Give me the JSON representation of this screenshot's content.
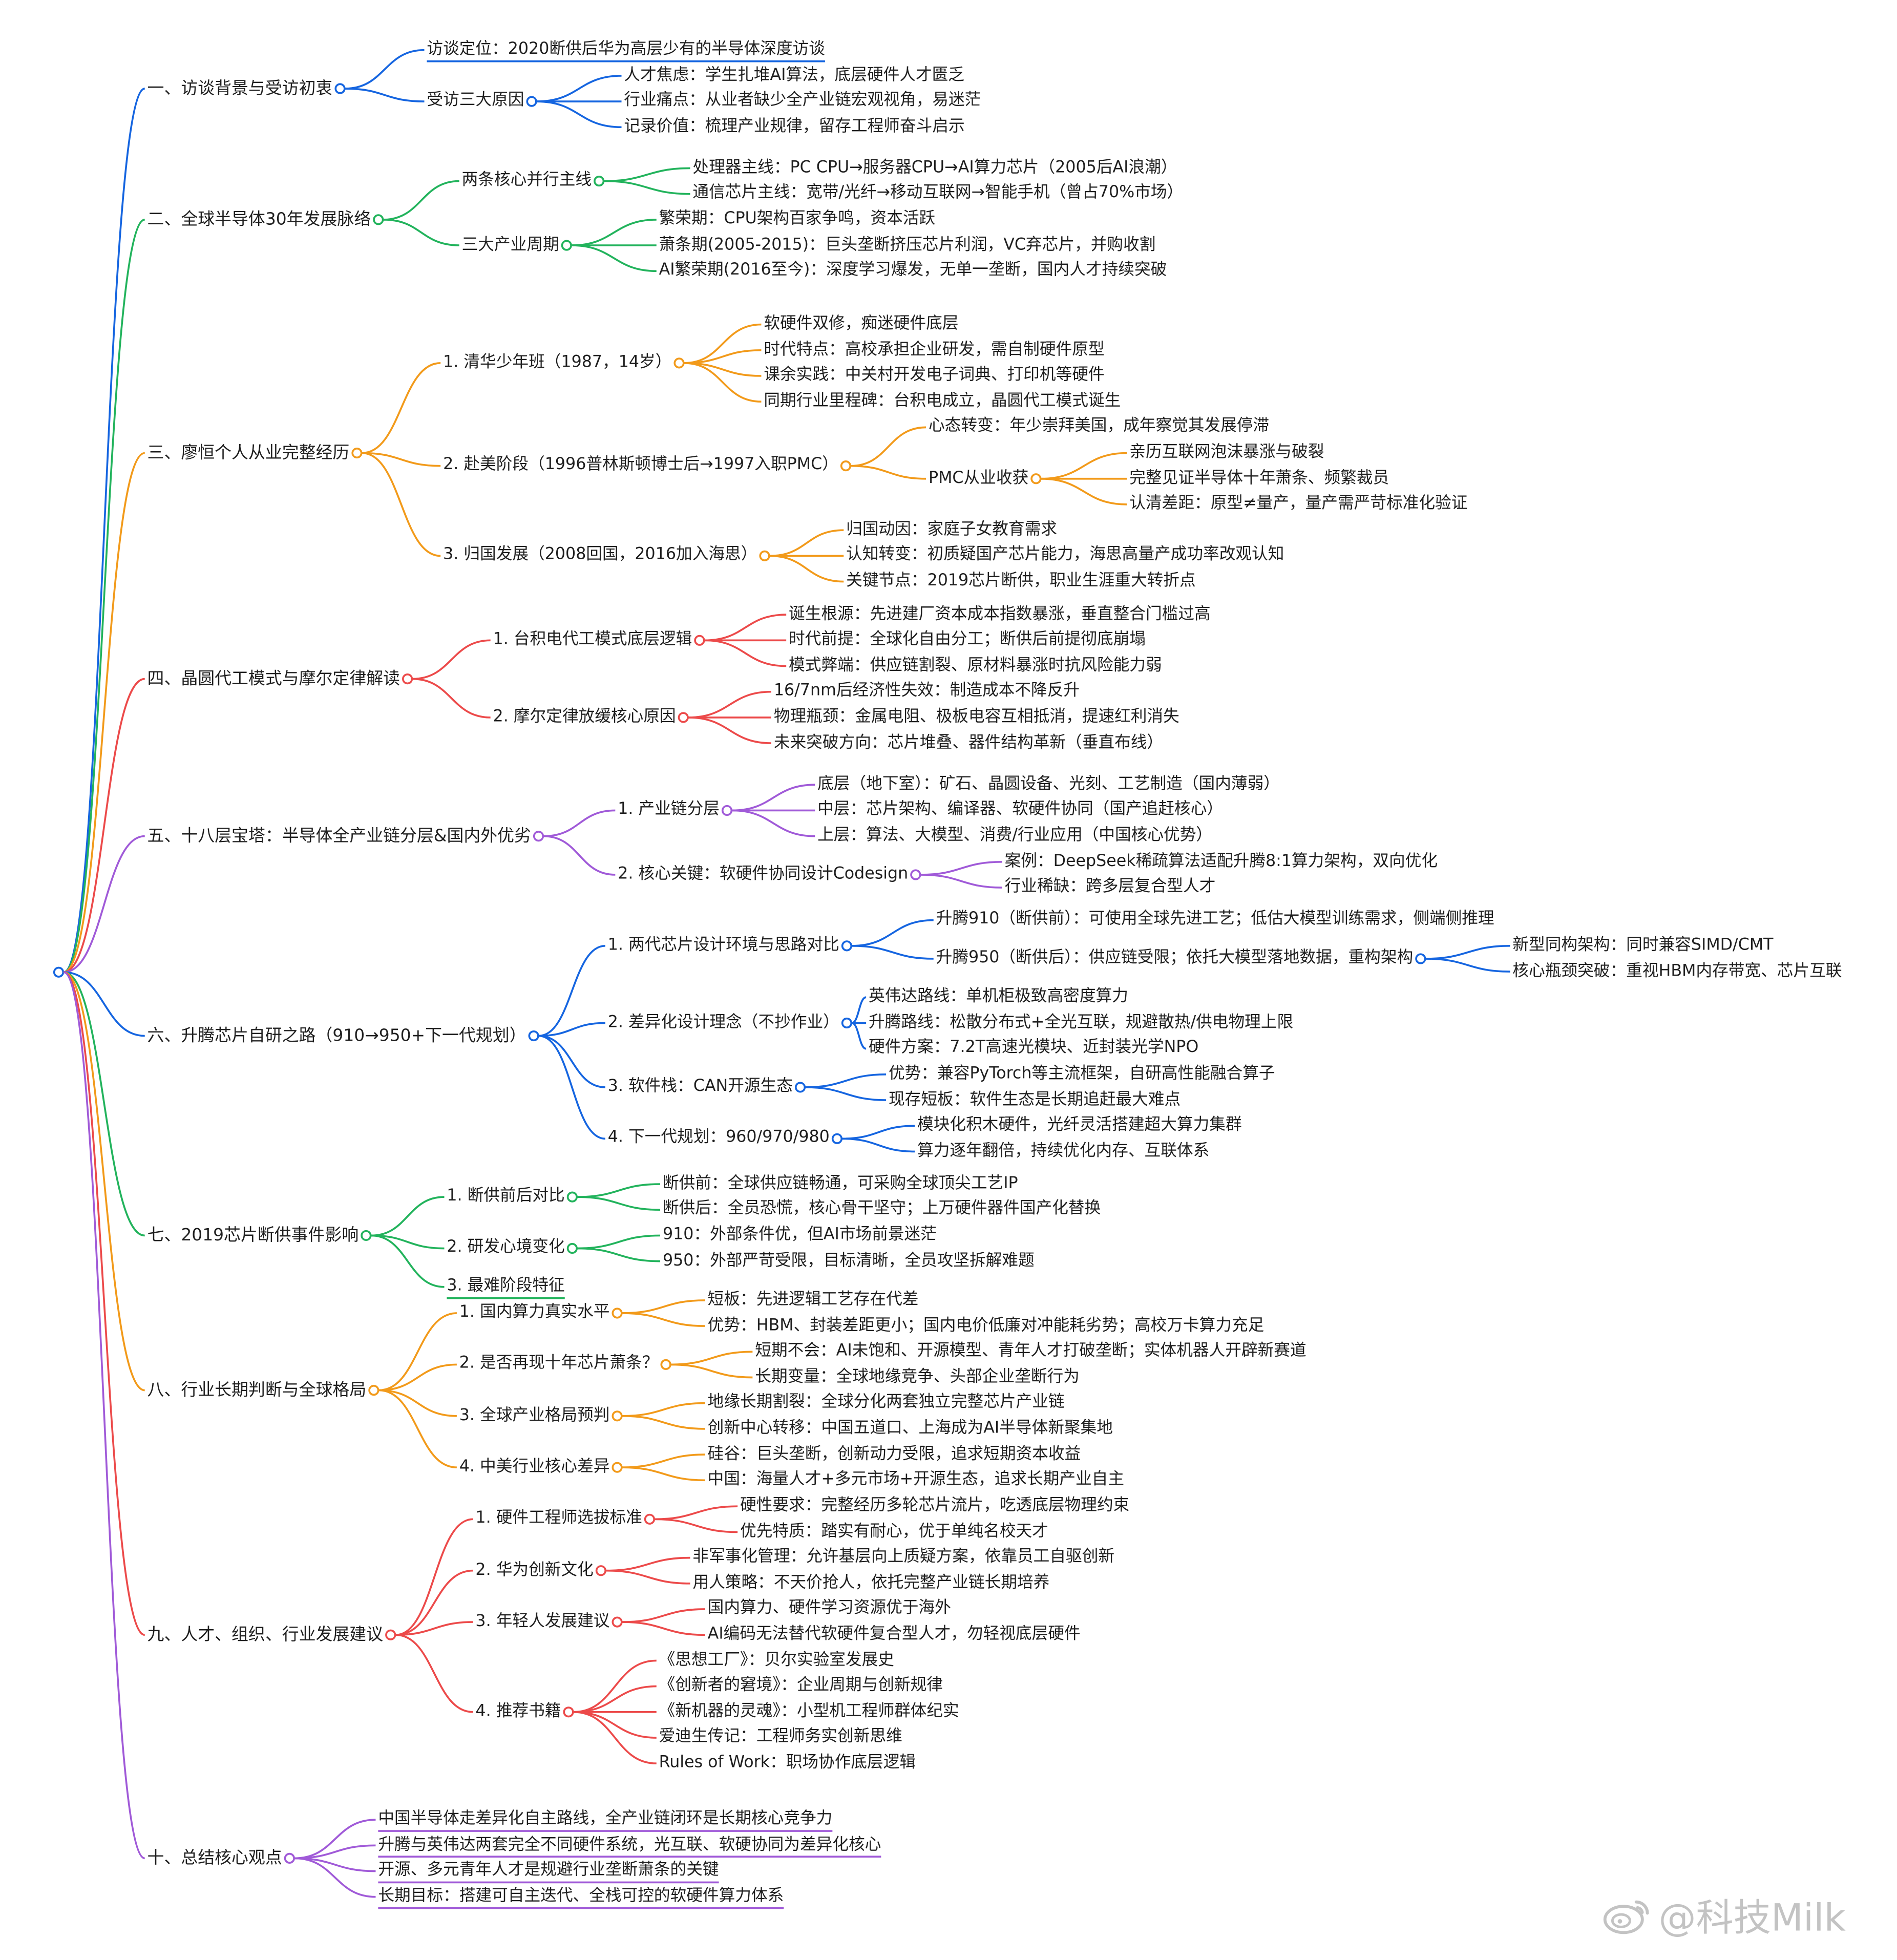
{
  "watermark": "@科技Milk",
  "colors": [
    "#1565e0",
    "#22b35c",
    "#f29a1a",
    "#ec4a4a",
    "#a05ad8",
    "#1565e0",
    "#22b35c",
    "#f29a1a",
    "#ec4a4a",
    "#a05ad8"
  ],
  "sections": [
    {
      "label": "一、访谈背景与受访初衷",
      "children": [
        {
          "label": "访谈定位：2020断供后华为高层少有的半导体深度访谈"
        },
        {
          "label": "受访三大原因",
          "children": [
            {
              "label": "人才焦虑：学生扎堆AI算法，底层硬件人才匮乏"
            },
            {
              "label": "行业痛点：从业者缺少全产业链宏观视角，易迷茫"
            },
            {
              "label": "记录价值：梳理产业规律，留存工程师奋斗启示"
            }
          ]
        }
      ]
    },
    {
      "label": "二、全球半导体30年发展脉络",
      "children": [
        {
          "label": "两条核心并行主线",
          "children": [
            {
              "label": "处理器主线：PC CPU→服务器CPU→AI算力芯片（2005后AI浪潮）"
            },
            {
              "label": "通信芯片主线：宽带/光纤→移动互联网→智能手机（曾占70%市场）"
            }
          ]
        },
        {
          "label": "三大产业周期",
          "children": [
            {
              "label": "繁荣期：CPU架构百家争鸣，资本活跃"
            },
            {
              "label": "萧条期(2005-2015)：巨头垄断挤压芯片利润，VC弃芯片，并购收割"
            },
            {
              "label": "AI繁荣期(2016至今)：深度学习爆发，无单一垄断，国内人才持续突破"
            }
          ]
        }
      ]
    },
    {
      "label": "三、廖恒个人从业完整经历",
      "children": [
        {
          "label": "1. 清华少年班（1987，14岁）",
          "children": [
            {
              "label": "软硬件双修，痴迷硬件底层"
            },
            {
              "label": "时代特点：高校承担企业研发，需自制硬件原型"
            },
            {
              "label": "课余实践：中关村开发电子词典、打印机等硬件"
            },
            {
              "label": "同期行业里程碑：台积电成立，晶圆代工模式诞生"
            }
          ]
        },
        {
          "label": "2. 赴美阶段（1996普林斯顿博士后→1997入职PMC）",
          "children": [
            {
              "label": "心态转变：年少崇拜美国，成年察觉其发展停滞"
            },
            {
              "label": "PMC从业收获",
              "children": [
                {
                  "label": "亲历互联网泡沫暴涨与破裂"
                },
                {
                  "label": "完整见证半导体十年萧条、频繁裁员"
                },
                {
                  "label": "认清差距：原型≠量产，量产需严苛标准化验证"
                }
              ]
            }
          ]
        },
        {
          "label": "3. 归国发展（2008回国，2016加入海思）",
          "children": [
            {
              "label": "归国动因：家庭子女教育需求"
            },
            {
              "label": "认知转变：初质疑国产芯片能力，海思高量产成功率改观认知"
            },
            {
              "label": "关键节点：2019芯片断供，职业生涯重大转折点"
            }
          ]
        }
      ]
    },
    {
      "label": "四、晶圆代工模式与摩尔定律解读",
      "children": [
        {
          "label": "1. 台积电代工模式底层逻辑",
          "children": [
            {
              "label": "诞生根源：先进建厂资本成本指数暴涨，垂直整合门槛过高"
            },
            {
              "label": "时代前提：全球化自由分工；断供后前提彻底崩塌"
            },
            {
              "label": "模式弊端：供应链割裂、原材料暴涨时抗风险能力弱"
            }
          ]
        },
        {
          "label": "2. 摩尔定律放缓核心原因",
          "children": [
            {
              "label": "16/7nm后经济性失效：制造成本不降反升"
            },
            {
              "label": "物理瓶颈：金属电阻、极板电容互相抵消，提速红利消失"
            },
            {
              "label": "未来突破方向：芯片堆叠、器件结构革新（垂直布线）"
            }
          ]
        }
      ]
    },
    {
      "label": "五、十八层宝塔：半导体全产业链分层&国内外优劣",
      "children": [
        {
          "label": "1. 产业链分层",
          "children": [
            {
              "label": "底层（地下室）：矿石、晶圆设备、光刻、工艺制造（国内薄弱）"
            },
            {
              "label": "中层：芯片架构、编译器、软硬件协同（国产追赶核心）"
            },
            {
              "label": "上层：算法、大模型、消费/行业应用（中国核心优势）"
            }
          ]
        },
        {
          "label": "2. 核心关键：软硬件协同设计Codesign",
          "children": [
            {
              "label": "案例：DeepSeek稀疏算法适配升腾8:1算力架构，双向优化"
            },
            {
              "label": "行业稀缺：跨多层复合型人才"
            }
          ]
        }
      ]
    },
    {
      "label": "六、升腾芯片自研之路（910→950+下一代规划）",
      "children": [
        {
          "label": "1. 两代芯片设计环境与思路对比",
          "children": [
            {
              "label": "升腾910（断供前）：可使用全球先进工艺；低估大模型训练需求，侧端侧推理"
            },
            {
              "label": "升腾950（断供后）：供应链受限；依托大模型落地数据，重构架构",
              "children": [
                {
                  "label": "新型同构架构：同时兼容SIMD/CMT"
                },
                {
                  "label": "核心瓶颈突破：重视HBM内存带宽、芯片互联"
                }
              ]
            }
          ]
        },
        {
          "label": "2. 差异化设计理念（不抄作业）",
          "children": [
            {
              "label": "英伟达路线：单机柜极致高密度算力"
            },
            {
              "label": "升腾路线：松散分布式+全光互联，规避散热/供电物理上限"
            },
            {
              "label": "硬件方案：7.2T高速光模块、近封装光学NPO"
            }
          ]
        },
        {
          "label": "3. 软件栈：CAN开源生态",
          "children": [
            {
              "label": "优势：兼容PyTorch等主流框架，自研高性能融合算子"
            },
            {
              "label": "现存短板：软件生态是长期追赶最大难点"
            }
          ]
        },
        {
          "label": "4. 下一代规划：960/970/980",
          "children": [
            {
              "label": "模块化积木硬件，光纤灵活搭建超大算力集群"
            },
            {
              "label": "算力逐年翻倍，持续优化内存、互联体系"
            }
          ]
        }
      ]
    },
    {
      "label": "七、2019芯片断供事件影响",
      "children": [
        {
          "label": "1. 断供前后对比",
          "children": [
            {
              "label": "断供前：全球供应链畅通，可采购全球顶尖工艺IP"
            },
            {
              "label": "断供后：全员恐慌，核心骨干坚守；上万硬件器件国产化替换"
            }
          ]
        },
        {
          "label": "2. 研发心境变化",
          "children": [
            {
              "label": "910：外部条件优，但AI市场前景迷茫"
            },
            {
              "label": "950：外部严苛受限，目标清晰，全员攻坚拆解难题"
            }
          ]
        },
        {
          "label": "3. 最难阶段特征"
        }
      ]
    },
    {
      "label": "八、行业长期判断与全球格局",
      "children": [
        {
          "label": "1. 国内算力真实水平",
          "children": [
            {
              "label": "短板：先进逻辑工艺存在代差"
            },
            {
              "label": "优势：HBM、封装差距更小；国内电价低廉对冲能耗劣势；高校万卡算力充足"
            }
          ]
        },
        {
          "label": "2. 是否再现十年芯片萧条？",
          "children": [
            {
              "label": "短期不会：AI未饱和、开源模型、青年人才打破垄断；实体机器人开辟新赛道"
            },
            {
              "label": "长期变量：全球地缘竞争、头部企业垄断行为"
            }
          ]
        },
        {
          "label": "3. 全球产业格局预判",
          "children": [
            {
              "label": "地缘长期割裂：全球分化两套独立完整芯片产业链"
            },
            {
              "label": "创新中心转移：中国五道口、上海成为AI半导体新聚集地"
            }
          ]
        },
        {
          "label": "4. 中美行业核心差异",
          "children": [
            {
              "label": "硅谷：巨头垄断，创新动力受限，追求短期资本收益"
            },
            {
              "label": "中国：海量人才+多元市场+开源生态，追求长期产业自主"
            }
          ]
        }
      ]
    },
    {
      "label": "九、人才、组织、行业发展建议",
      "children": [
        {
          "label": "1. 硬件工程师选拔标准",
          "children": [
            {
              "label": "硬性要求：完整经历多轮芯片流片，吃透底层物理约束"
            },
            {
              "label": "优先特质：踏实有耐心，优于单纯名校天才"
            }
          ]
        },
        {
          "label": "2. 华为创新文化",
          "children": [
            {
              "label": "非军事化管理：允许基层向上质疑方案，依靠员工自驱创新"
            },
            {
              "label": "用人策略：不天价抢人，依托完整产业链长期培养"
            }
          ]
        },
        {
          "label": "3. 年轻人发展建议",
          "children": [
            {
              "label": "国内算力、硬件学习资源优于海外"
            },
            {
              "label": "AI编码无法替代软硬件复合型人才，勿轻视底层硬件"
            }
          ]
        },
        {
          "label": "4. 推荐书籍",
          "children": [
            {
              "label": "《思想工厂》：贝尔实验室发展史"
            },
            {
              "label": "《创新者的窘境》：企业周期与创新规律"
            },
            {
              "label": "《新机器的灵魂》：小型机工程师群体纪实"
            },
            {
              "label": "爱迪生传记：工程师务实创新思维"
            },
            {
              "label": "Rules of Work：职场协作底层逻辑"
            }
          ]
        }
      ]
    },
    {
      "label": "十、总结核心观点",
      "children": [
        {
          "label": "中国半导体走差异化自主路线，全产业链闭环是长期核心竞争力"
        },
        {
          "label": "升腾与英伟达两套完全不同硬件系统，光互联、软硬协同为差异化核心"
        },
        {
          "label": "开源、多元青年人才是规避行业垄断萧条的关键"
        },
        {
          "label": "长期目标：搭建可自主迭代、全栈可控的软硬件算力体系"
        }
      ]
    }
  ]
}
